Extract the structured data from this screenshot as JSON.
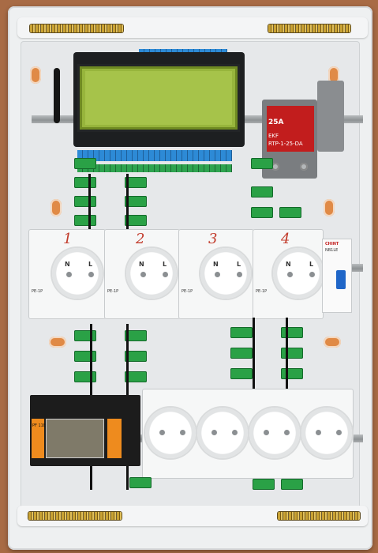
{
  "scene": {
    "description_text": {
      "socket_numbers": [
        "1",
        "2",
        "3",
        "4"
      ],
      "lower_sockets_count": "4",
      "ssr_brand": "EKF",
      "ssr_model": "RTP-1-25-DA",
      "ssr_current": "25A",
      "rcbo_brand": "CHINT",
      "rcbo_model": "NB1LE",
      "relay_brand": "PF 11E",
      "module_label": "PE-1P"
    },
    "socket_letters": {
      "left": "N",
      "right": "L"
    }
  }
}
